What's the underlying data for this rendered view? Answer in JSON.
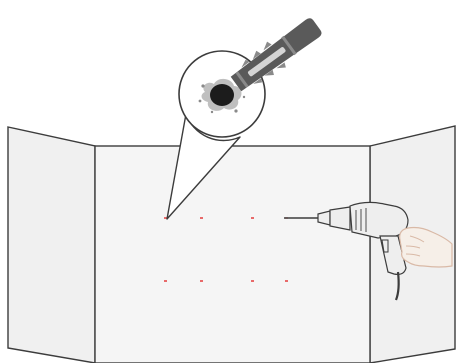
{
  "illustration": {
    "subject": "wall-anchor-installation",
    "colors": {
      "outline": "#3c3c3c",
      "side_wall": "#f0f0f0",
      "back_wall": "#f5f5f5",
      "marker": "#e02020",
      "anchor": "#5a5a5a",
      "anchor_light": "#8a8a8a",
      "drill_body": "#eeeeee",
      "hand_fill": "#f6efe8",
      "hand_stroke": "#d9b9a6"
    },
    "drill_marks": {
      "rows": 2,
      "columns": 4,
      "count": 8
    },
    "icons": {
      "anchor": "wall-plug-anchor-icon",
      "drill": "power-drill-icon",
      "hand": "hand-icon"
    }
  }
}
